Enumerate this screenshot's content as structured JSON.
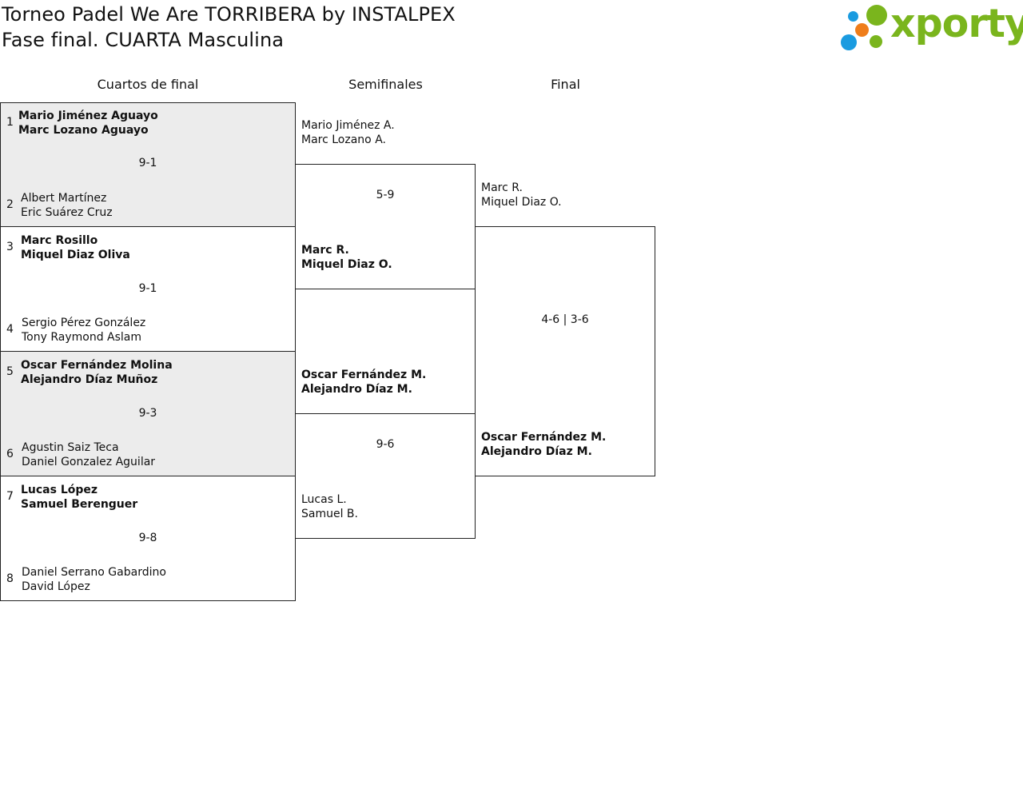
{
  "header": {
    "title": "Torneo Padel We Are TORRIBERA by INSTALPEX",
    "subtitle": "Fase final. CUARTA Masculina"
  },
  "logo": {
    "text": "xporty",
    "colors": {
      "green": "#7ab51d",
      "blue": "#1a9be0",
      "orange": "#ef7d1a"
    }
  },
  "rounds": [
    "Cuartos de final",
    "Semifinales",
    "Final"
  ],
  "quarterfinals": [
    {
      "score": "9-1",
      "top": {
        "seed": "1",
        "p1": "Mario Jiménez Aguayo",
        "p2": "Marc Lozano Aguayo"
      },
      "bottom": {
        "seed": "2",
        "p1": "Albert Martínez",
        "p2": "Eric Suárez Cruz"
      }
    },
    {
      "score": "9-1",
      "top": {
        "seed": "3",
        "p1": "Marc Rosillo",
        "p2": "Miquel Diaz Oliva"
      },
      "bottom": {
        "seed": "4",
        "p1": "Sergio Pérez González",
        "p2": "Tony Raymond Aslam"
      }
    },
    {
      "score": "9-3",
      "top": {
        "seed": "5",
        "p1": "Oscar Fernández Molina",
        "p2": "Alejandro Díaz Muñoz"
      },
      "bottom": {
        "seed": "6",
        "p1": "Agustin Saiz Teca",
        "p2": "Daniel Gonzalez Aguilar"
      }
    },
    {
      "score": "9-8",
      "top": {
        "seed": "7",
        "p1": "Lucas López",
        "p2": "Samuel Berenguer"
      },
      "bottom": {
        "seed": "8",
        "p1": "Daniel Serrano Gabardino",
        "p2": "David López"
      }
    }
  ],
  "semifinals": [
    {
      "score": "5-9",
      "top": {
        "p1": "Mario Jiménez A.",
        "p2": "Marc Lozano A."
      },
      "bottom": {
        "p1": "Marc R.",
        "p2": "Miquel Diaz O."
      }
    },
    {
      "score": "9-6",
      "top": {
        "p1": "Oscar Fernández M.",
        "p2": "Alejandro Díaz M."
      },
      "bottom": {
        "p1": "Lucas L.",
        "p2": "Samuel B."
      }
    }
  ],
  "final": {
    "score": "4-6 | 3-6",
    "top": {
      "p1": "Marc R.",
      "p2": "Miquel Diaz O."
    },
    "bottom": {
      "p1": "Oscar Fernández M.",
      "p2": "Alejandro Díaz M."
    }
  }
}
